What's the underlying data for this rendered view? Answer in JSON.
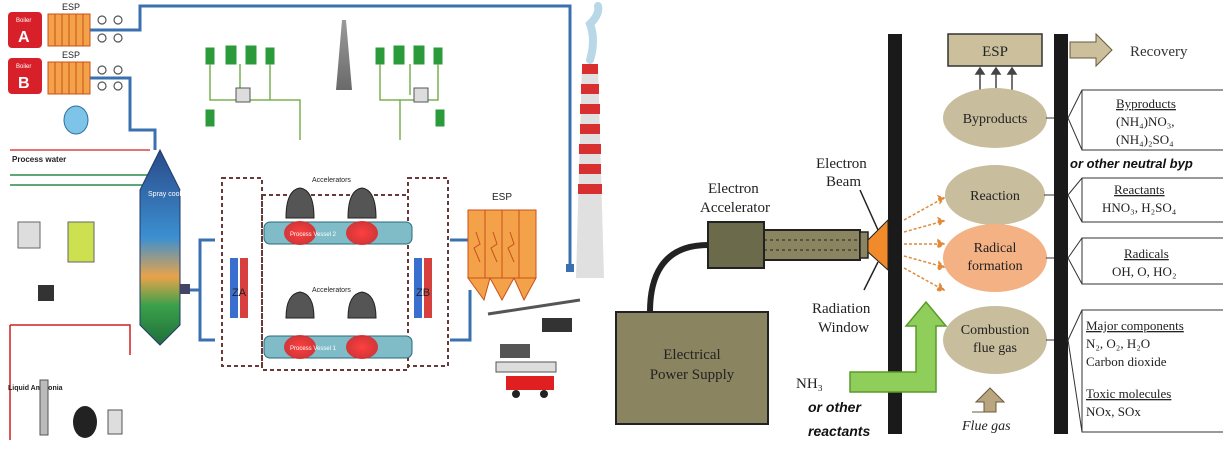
{
  "left": {
    "boiler_label": "Boiler",
    "boiler_a": "A",
    "boiler_b": "B",
    "esp_top": "ESP",
    "esp_mid": "ESP",
    "process_water": "Process water",
    "spray_cooler": "Spray cooler",
    "liquid_ammonia": "Liquid Ammonia",
    "accelerators_top": "Accelerators",
    "accelerators_bottom": "Accelerators",
    "process_vessel_2": "Process Vessel 2",
    "process_vessel_1": "Process Vessel 1",
    "za": "ZA",
    "zb": "ZB",
    "esp_right": "ESP"
  },
  "right": {
    "esp": "ESP",
    "recovery": "Recovery",
    "byproducts_node": "Byproducts",
    "reaction_node": "Reaction",
    "radical_line1": "Radical",
    "radical_line2": "formation",
    "combustion_line1": "Combustion",
    "combustion_line2": "flue gas",
    "electron_beam_1": "Electron",
    "electron_beam_2": "Beam",
    "electron_acc_1": "Electron",
    "electron_acc_2": "Accelerator",
    "radiation_1": "Radiation",
    "radiation_2": "Window",
    "power_1": "Electrical",
    "power_2": "Power Supply",
    "nh3": "NH₃",
    "or_other": "or other",
    "reactants": "reactants",
    "flue_gas": "Flue gas",
    "byproducts_title": "Byproducts",
    "byproducts_l1": "(NH₄)NO₃,",
    "byproducts_l2": "(NH₄)₂SO₄",
    "neutral": "or other neutral byp",
    "reactants_title": "Reactants",
    "reactants_l1": "HNO₃, H₂SO₄",
    "radicals_title": "Radicals",
    "radicals_l1": "OH, O, HO₂",
    "major_title": "Major components",
    "major_l1": "N₂, O₂, H₂O",
    "major_l2": "Carbon dioxide",
    "toxic_title": "Toxic molecules",
    "toxic_l1": "NOx, SOx"
  },
  "colors": {
    "node_fill": "#c8bd9c",
    "radical_fill": "#f4b183",
    "olive_box": "#8a8560",
    "green_arrow": "#8fce5a",
    "pipe_blue": "#3a6fb0"
  }
}
